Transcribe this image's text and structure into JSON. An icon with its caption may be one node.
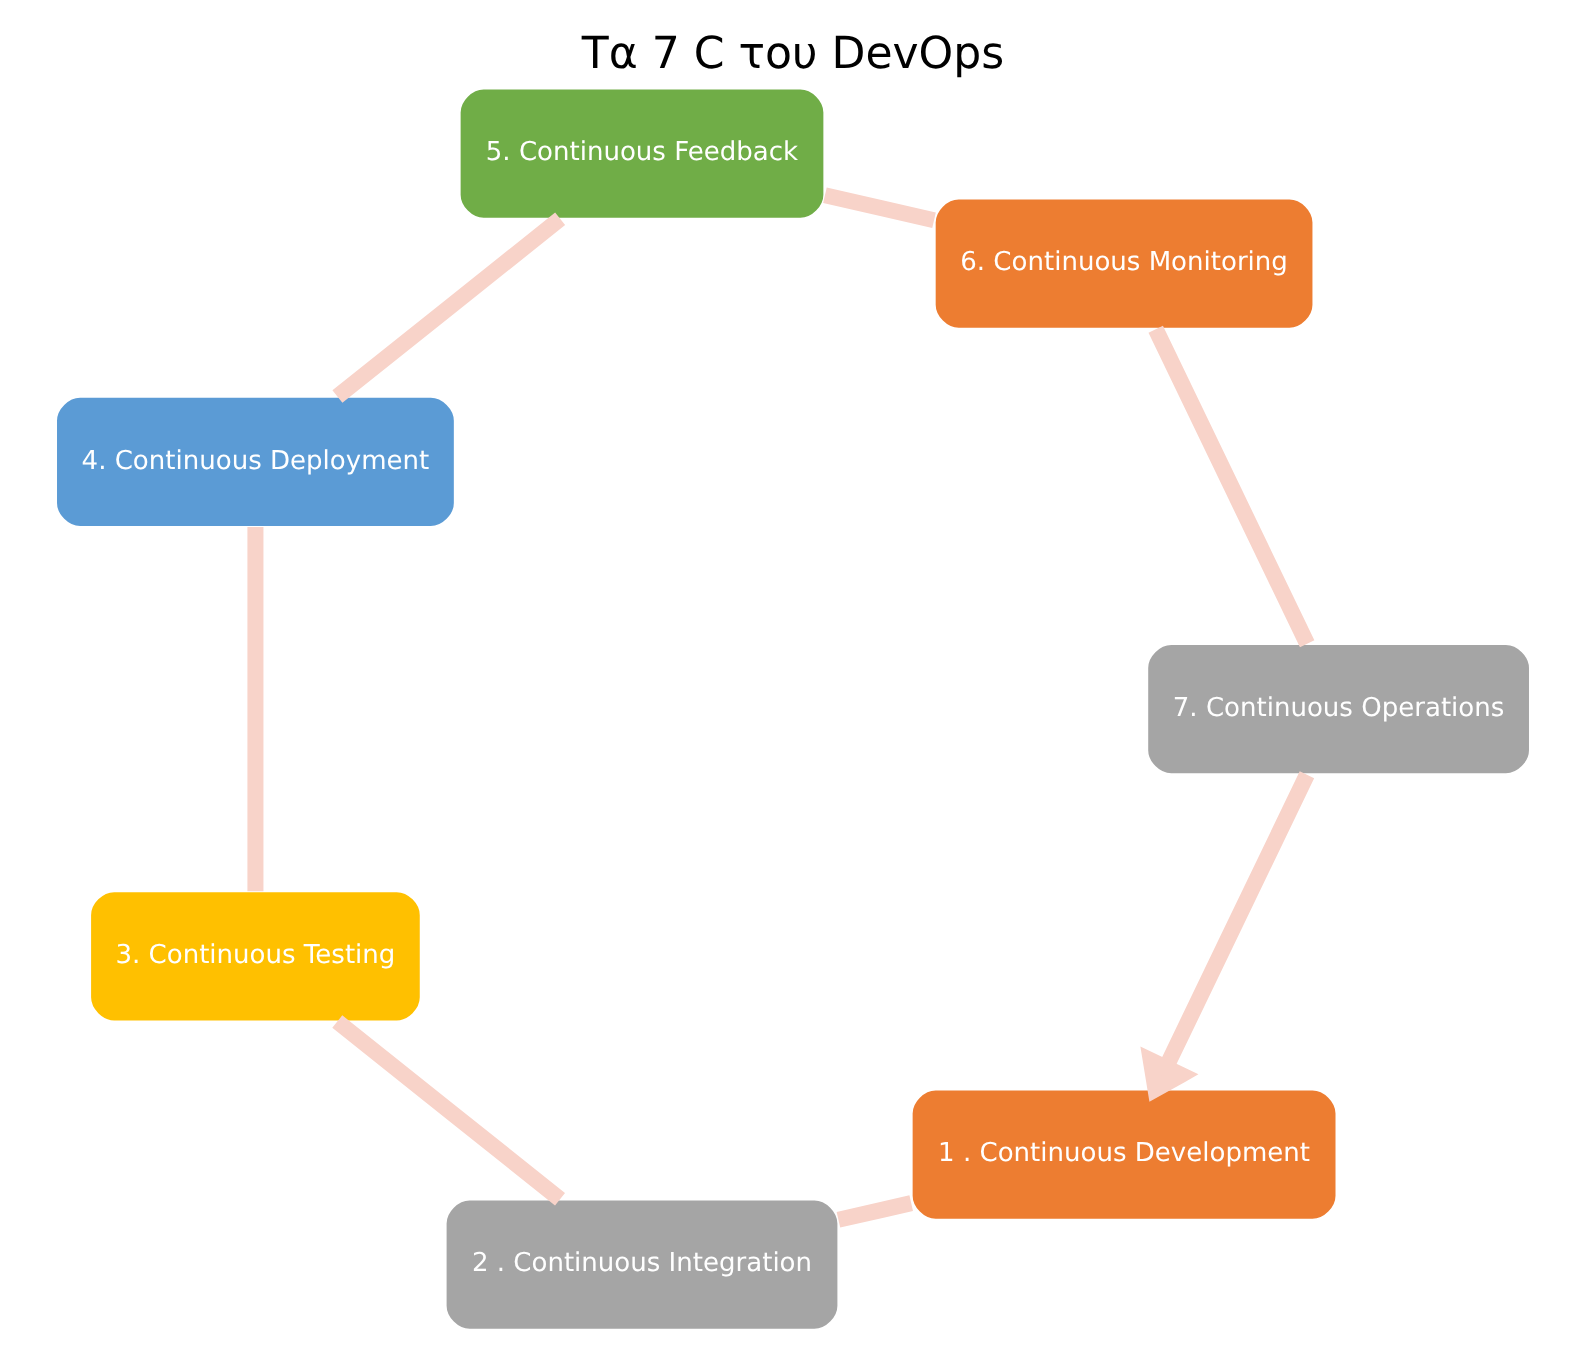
{
  "diagram": {
    "title": "Τα 7 C του DevOps",
    "nodes": [
      {
        "text": [
          "1 . Continuous Development"
        ]
      },
      {
        "text": [
          "2 . Continuous Integration"
        ]
      },
      {
        "text": [
          "3. Continuous Testing"
        ]
      },
      {
        "text": [
          "4. Continuous Deployment"
        ]
      },
      {
        "text": [
          "5. Continuous Feedback"
        ]
      },
      {
        "text": [
          "6. Continuous Monitoring"
        ]
      },
      {
        "text": [
          "7. Continuous Operations"
        ]
      }
    ],
    "edges": [
      {
        "from": 0,
        "to": 1,
        "arrow": "none"
      },
      {
        "from": 1,
        "to": 2,
        "arrow": "none"
      },
      {
        "from": 2,
        "to": 3,
        "arrow": "none"
      },
      {
        "from": 3,
        "to": 4,
        "arrow": "none"
      },
      {
        "from": 4,
        "to": 5,
        "arrow": "none"
      },
      {
        "from": 5,
        "to": 6,
        "arrow": "none"
      },
      {
        "from": 6,
        "to": 0,
        "arrow": "to"
      }
    ]
  }
}
